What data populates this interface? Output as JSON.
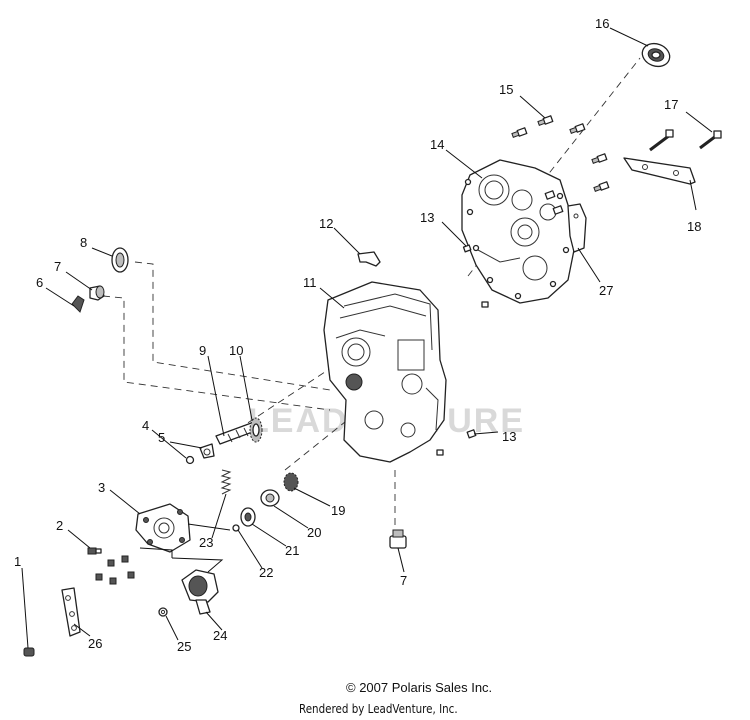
{
  "watermark": "LEADVENTURE",
  "footer": {
    "copyright": "© 2007 Polaris Sales Inc.",
    "rendered_by": "Rendered by LeadVenture, Inc."
  },
  "callouts": [
    {
      "id": "c1",
      "label": "1"
    },
    {
      "id": "c2",
      "label": "2"
    },
    {
      "id": "c3",
      "label": "3"
    },
    {
      "id": "c4",
      "label": "4"
    },
    {
      "id": "c5",
      "label": "5"
    },
    {
      "id": "c6",
      "label": "6"
    },
    {
      "id": "c7a",
      "label": "7"
    },
    {
      "id": "c7b",
      "label": "7"
    },
    {
      "id": "c8",
      "label": "8"
    },
    {
      "id": "c9",
      "label": "9"
    },
    {
      "id": "c10",
      "label": "10"
    },
    {
      "id": "c11",
      "label": "11"
    },
    {
      "id": "c12",
      "label": "12"
    },
    {
      "id": "c13a",
      "label": "13"
    },
    {
      "id": "c13b",
      "label": "13"
    },
    {
      "id": "c14",
      "label": "14"
    },
    {
      "id": "c15",
      "label": "15"
    },
    {
      "id": "c16",
      "label": "16"
    },
    {
      "id": "c17",
      "label": "17"
    },
    {
      "id": "c18",
      "label": "18"
    },
    {
      "id": "c19",
      "label": "19"
    },
    {
      "id": "c20",
      "label": "20"
    },
    {
      "id": "c21",
      "label": "21"
    },
    {
      "id": "c22",
      "label": "22"
    },
    {
      "id": "c23",
      "label": "23"
    },
    {
      "id": "c24",
      "label": "24"
    },
    {
      "id": "c25",
      "label": "25"
    },
    {
      "id": "c26",
      "label": "26"
    },
    {
      "id": "c27",
      "label": "27"
    }
  ]
}
